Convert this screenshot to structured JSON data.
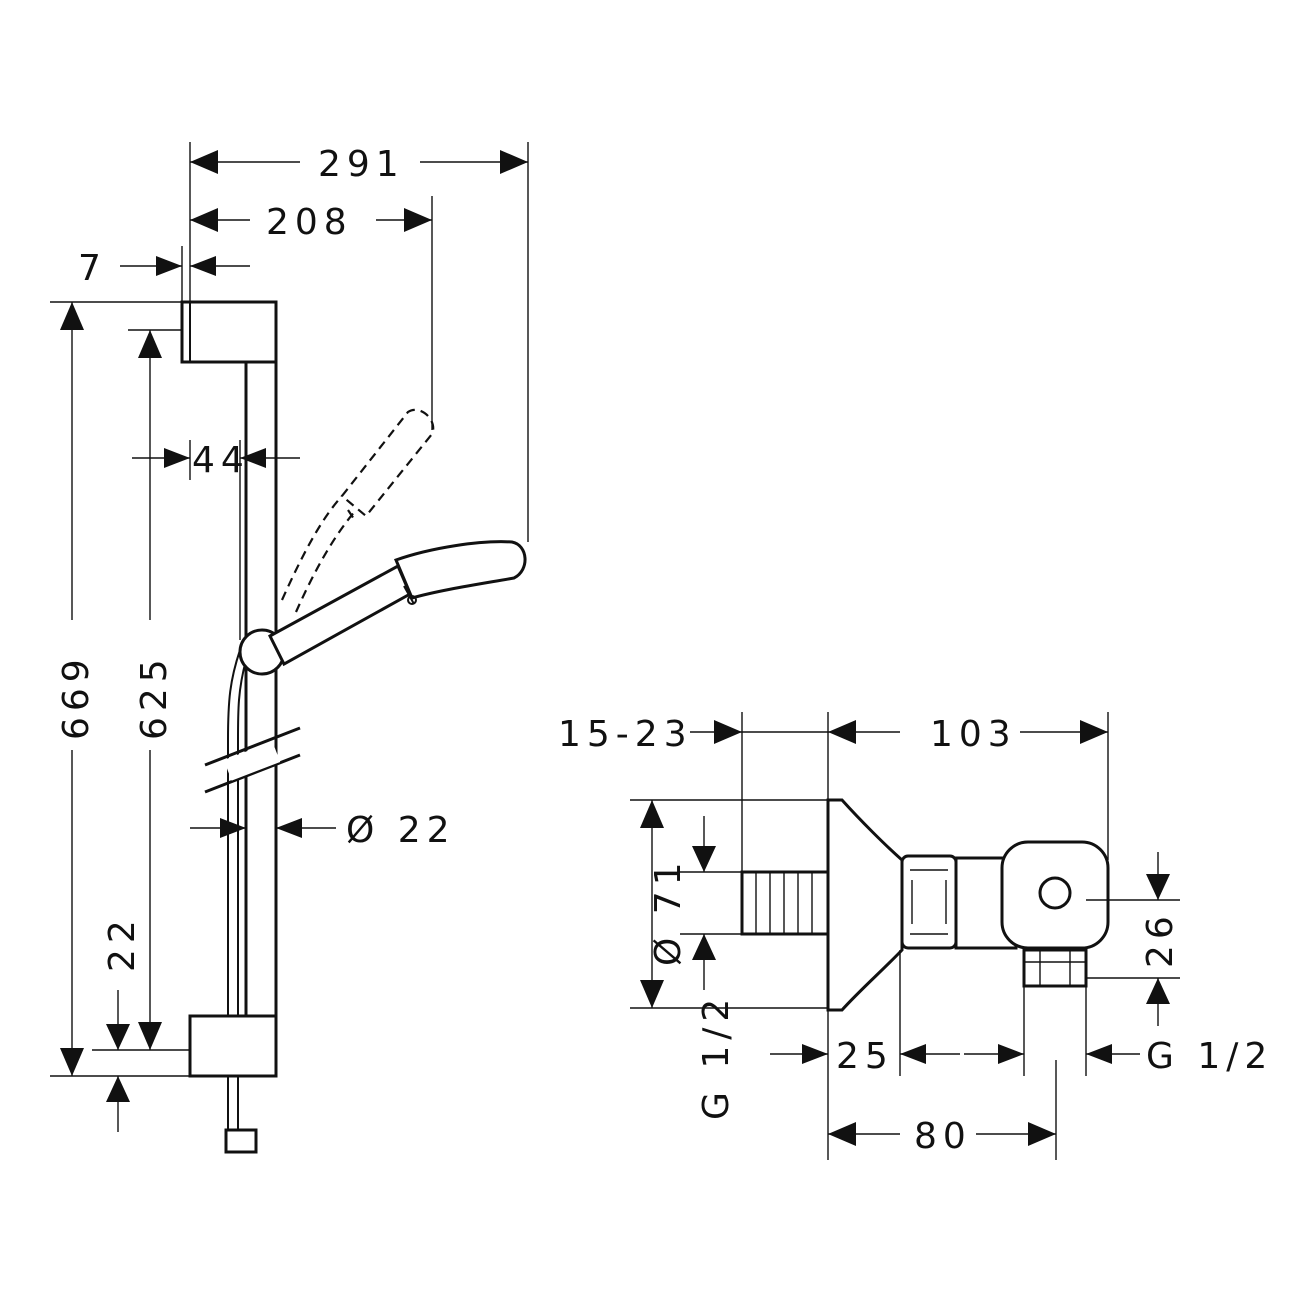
{
  "dimensions": {
    "d291": "291",
    "d208": "208",
    "d7": "7",
    "d44": "44",
    "d669": "669",
    "d625": "625",
    "d22_dia": "Ø 22",
    "d22": "22",
    "d15_23": "15-23",
    "d103": "103",
    "d71": "Ø 71",
    "d26": "26",
    "g12_left": "G 1/2",
    "d25": "25",
    "g12_right": "G 1/2",
    "d80": "80"
  },
  "colors": {
    "line": "#111111",
    "background": "#ffffff"
  }
}
